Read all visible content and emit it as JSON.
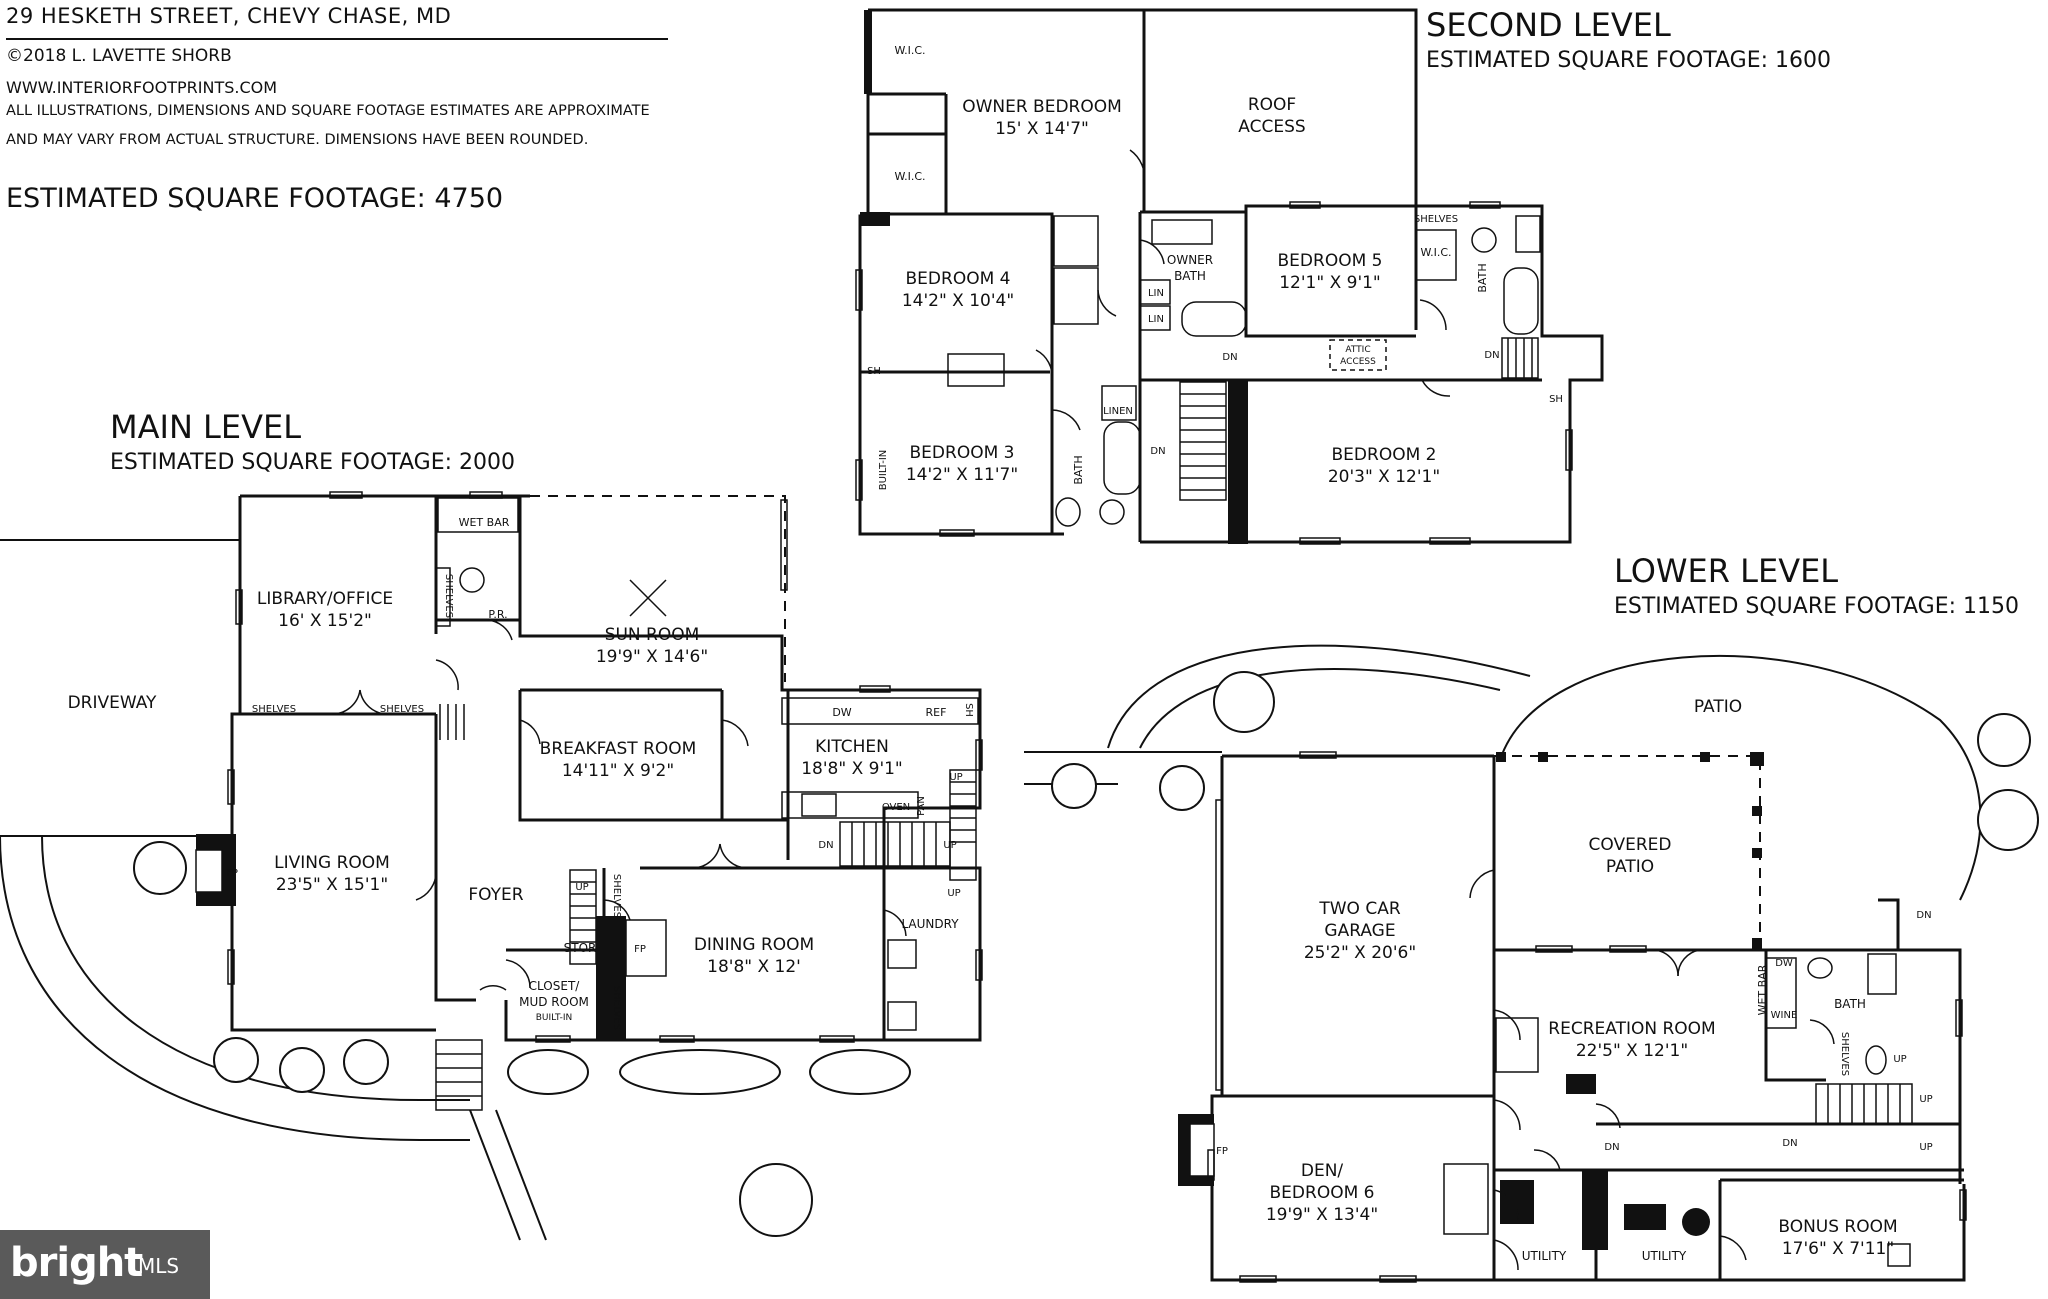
{
  "header": {
    "address": "29 HESKETH STREET, CHEVY CHASE, MD",
    "copyright": "©2018 L. LAVETTE SHORB",
    "website": "WWW.INTERIORFOOTPRINTS.COM",
    "disclaimer_1": "ALL ILLUSTRATIONS, DIMENSIONS AND SQUARE FOOTAGE ESTIMATES ARE APPROXIMATE",
    "disclaimer_2": "AND MAY VARY FROM ACTUAL STRUCTURE. DIMENSIONS HAVE BEEN ROUNDED.",
    "total_sqft": "ESTIMATED SQUARE FOOTAGE: 4750"
  },
  "second_level": {
    "title": "SECOND LEVEL",
    "sqft": "ESTIMATED SQUARE FOOTAGE: 1600",
    "rooms": {
      "owner_bedroom": "OWNER BEDROOM",
      "owner_bedroom_dim": "15' X 14'7\"",
      "roof_access_1": "ROOF",
      "roof_access_2": "ACCESS",
      "bedroom4": "BEDROOM 4",
      "bedroom4_dim": "14'2\" X 10'4\"",
      "owner_bath_1": "OWNER",
      "owner_bath_2": "BATH",
      "bedroom5": "BEDROOM 5",
      "bedroom5_dim": "12'1\" X 9'1\"",
      "bedroom3": "BEDROOM 3",
      "bedroom3_dim": "14'2\" X 11'7\"",
      "bedroom2": "BEDROOM 2",
      "bedroom2_dim": "20'3\" X 12'1\"",
      "wic": "W.I.C.",
      "shelves": "SHELVES",
      "bath": "BATH",
      "lin": "LIN",
      "linen": "LINEN",
      "dn": "DN",
      "attic_1": "ATTIC",
      "attic_2": "ACCESS",
      "sh": "SH",
      "built_in": "BUILT-IN"
    }
  },
  "main_level": {
    "title": "MAIN LEVEL",
    "sqft": "ESTIMATED SQUARE FOOTAGE: 2000",
    "rooms": {
      "wet_bar": "WET BAR",
      "library": "LIBRARY/OFFICE",
      "library_dim": "16' X 15'2\"",
      "shelves": "SHELVES",
      "pr": "P.R.",
      "sun_room": "SUN ROOM",
      "sun_room_dim": "19'9\" X 14'6\"",
      "driveway": "DRIVEWAY",
      "breakfast": "BREAKFAST ROOM",
      "breakfast_dim": "14'11\" X 9'2\"",
      "kitchen": "KITCHEN",
      "kitchen_dim": "18'8\" X 9'1\"",
      "dw": "DW",
      "ref": "REF",
      "sh": "SH",
      "oven": "OVEN",
      "pan": "PAN",
      "up": "UP",
      "dn": "DN",
      "living": "LIVING ROOM",
      "living_dim": "23'5\" X 15'1\"",
      "fp": "FP",
      "foyer": "FOYER",
      "stor": "STOR",
      "dining": "DINING ROOM",
      "dining_dim": "18'8\" X 12'",
      "laundry": "LAUNDRY",
      "closet_1": "CLOSET/",
      "closet_2": "MUD ROOM",
      "built_in": "BUILT-IN"
    }
  },
  "lower_level": {
    "title": "LOWER LEVEL",
    "sqft": "ESTIMATED SQUARE FOOTAGE: 1150",
    "rooms": {
      "patio": "PATIO",
      "covered_1": "COVERED",
      "covered_2": "PATIO",
      "garage_1": "TWO CAR",
      "garage_2": "GARAGE",
      "garage_dim": "25'2\" X 20'6\"",
      "dn": "DN",
      "up": "UP",
      "wet_bar": "WET BAR",
      "dw": "DW",
      "wine": "WINE",
      "bath": "BATH",
      "recreation": "RECREATION ROOM",
      "recreation_dim": "22'5\" X 12'1\"",
      "shelves": "SHELVES",
      "fp": "FP",
      "den_1": "DEN/",
      "den_2": "BEDROOM 6",
      "den_dim": "19'9\" X 13'4\"",
      "utility": "UTILITY",
      "bonus": "BONUS ROOM",
      "bonus_dim": "17'6\" X 7'11\""
    }
  },
  "watermark": {
    "brand": "bright",
    "suffix": "MLS"
  }
}
